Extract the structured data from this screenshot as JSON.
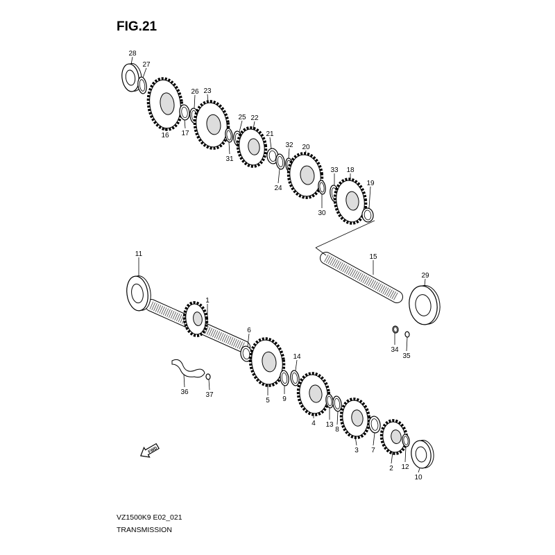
{
  "figure": {
    "title": "FIG.21",
    "model_code": "VZ1500K9 E02_021",
    "name": "TRANSMISSION"
  },
  "fwd_label": "FWD",
  "callouts": [
    "28",
    "27",
    "26",
    "23",
    "16",
    "17",
    "25",
    "22",
    "21",
    "31",
    "32",
    "20",
    "24",
    "33",
    "18",
    "19",
    "30",
    "11",
    "1",
    "15",
    "29",
    "6",
    "14",
    "34",
    "35",
    "36",
    "37",
    "5",
    "9",
    "4",
    "13",
    "8",
    "3",
    "7",
    "2",
    "12",
    "10"
  ]
}
